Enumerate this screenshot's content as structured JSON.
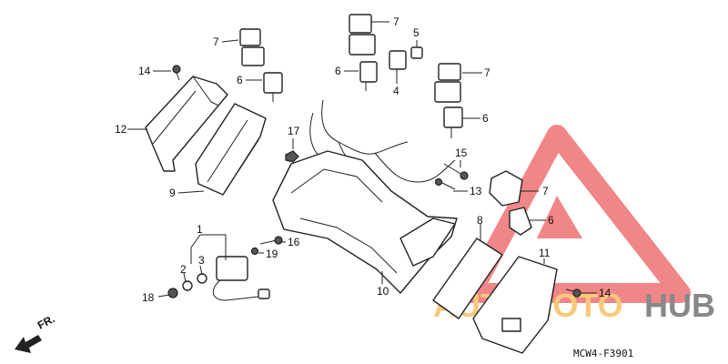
{
  "diagram_code": "MCW4-F3901",
  "direction_label": "FR.",
  "callouts": {
    "c1": "1",
    "c2": "2",
    "c3": "3",
    "c4": "4",
    "c5": "5",
    "c6a": "6",
    "c6b": "6",
    "c6c": "6",
    "c6d": "6",
    "c7a": "7",
    "c7b": "7",
    "c7c": "7",
    "c7d": "7",
    "c8": "8",
    "c9": "9",
    "c10": "10",
    "c11": "11",
    "c12": "12",
    "c13": "13",
    "c14a": "14",
    "c14b": "14",
    "c15": "15",
    "c16": "16",
    "c17": "17",
    "c18": "18",
    "c19": "19"
  },
  "watermark": {
    "word_part1": "AUTOMOTO",
    "word_part2": "HUB",
    "colors": {
      "triangle": "#e8373a",
      "part1": "#f5a623",
      "part2": "#3a3a3a"
    }
  }
}
